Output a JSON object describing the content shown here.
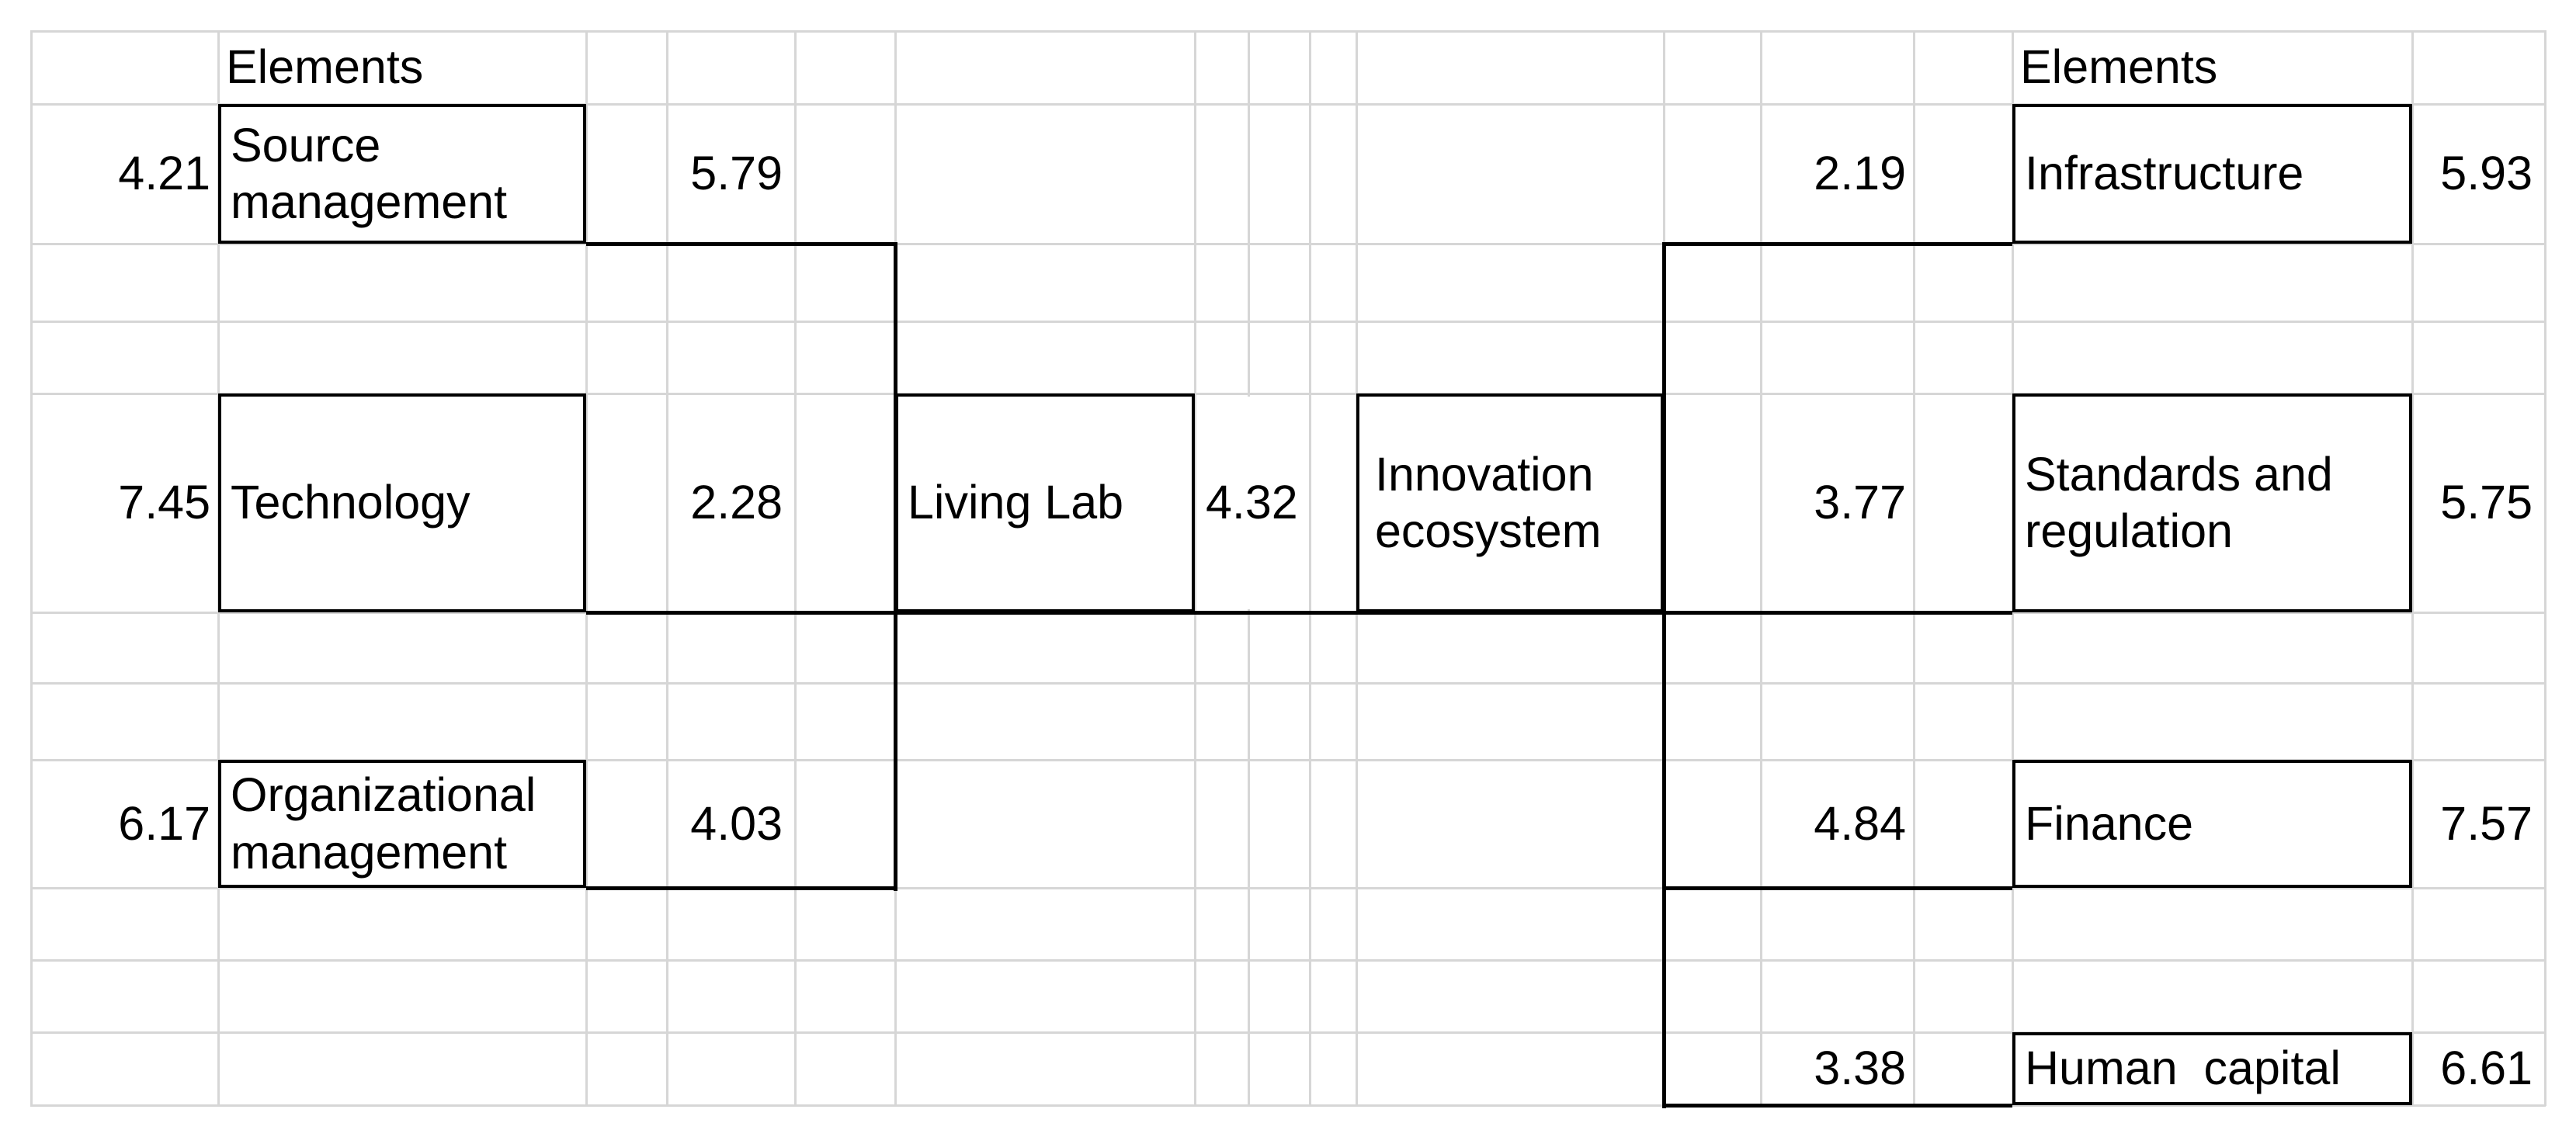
{
  "headers": {
    "left": "Elements",
    "right": "Elements"
  },
  "left_column": {
    "source": {
      "label": "Source\nmanagement",
      "left_value": "4.21",
      "right_value": "5.79"
    },
    "technology": {
      "label": "Technology",
      "left_value": "7.45",
      "right_value": "2.28"
    },
    "organizational": {
      "label": "Organizational\nmanagement",
      "left_value": "6.17",
      "right_value": "4.03"
    }
  },
  "center": {
    "living_lab": {
      "label": "Living Lab",
      "right_value": "4.32"
    },
    "innovation": {
      "label": "Innovation\necosystem"
    }
  },
  "right_column": {
    "infrastructure": {
      "label": "Infrastructure",
      "left_value": "2.19",
      "right_value": "5.93"
    },
    "standards": {
      "label": "Standards and\nregulation",
      "left_value": "3.77",
      "right_value": "5.75"
    },
    "finance": {
      "label": "Finance",
      "left_value": "4.84",
      "right_value": "7.57"
    },
    "human_capital": {
      "label": "Human  capital",
      "left_value": "3.38",
      "right_value": "6.61"
    }
  },
  "colors": {
    "background": "#ffffff",
    "gridline": "#d6d6d6",
    "border": "#000000",
    "text": "#000000"
  }
}
